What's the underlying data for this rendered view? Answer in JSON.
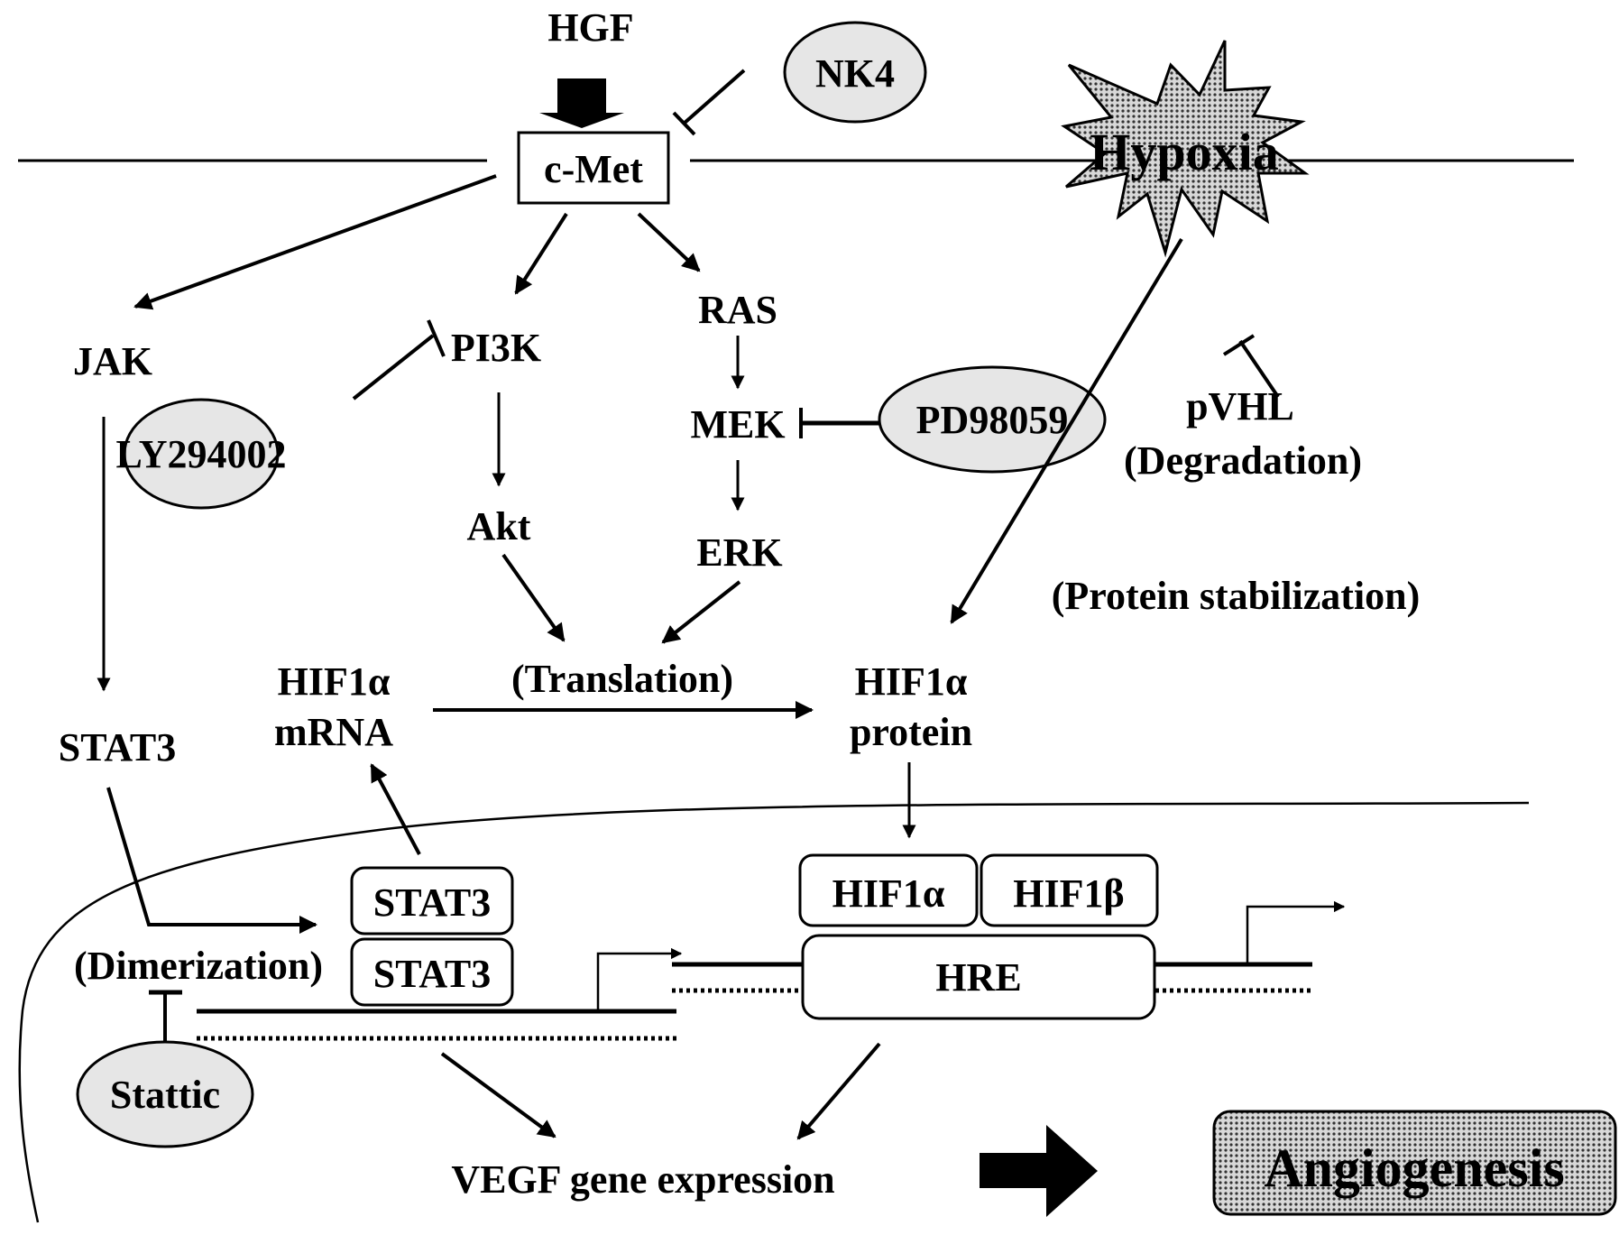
{
  "nodes": {
    "hgf": "HGF",
    "nk4": "NK4",
    "cmet": "c-Met",
    "hypoxia": "Hypoxia",
    "jak": "JAK",
    "pi3k": "PI3K",
    "ras": "RAS",
    "mek": "MEK",
    "erk": "ERK",
    "akt": "Akt",
    "ly294002": "LY294002",
    "pd98059": "PD98059",
    "pvhl": "pVHL",
    "degradation": "(Degradation)",
    "protein_stabilization": "(Protein stabilization)",
    "translation": "(Translation)",
    "hif1a_mrna_line1": "HIF1α",
    "hif1a_mrna_line2": "mRNA",
    "hif1a_protein_line1": "HIF1α",
    "hif1a_protein_line2": "protein",
    "stat3_cyto": "STAT3",
    "stat3_top": "STAT3",
    "stat3_bottom": "STAT3",
    "dimerization": "(Dimerization)",
    "stattic": "Stattic",
    "hif1a_box": "HIF1α",
    "hif1b_box": "HIF1β",
    "hre": "HRE",
    "vegf": "VEGF gene expression",
    "angiogenesis": "Angiogenesis"
  },
  "colors": {
    "inhibitor_fill": "#e6e6e6",
    "stroke": "#000000",
    "background": "#ffffff"
  }
}
